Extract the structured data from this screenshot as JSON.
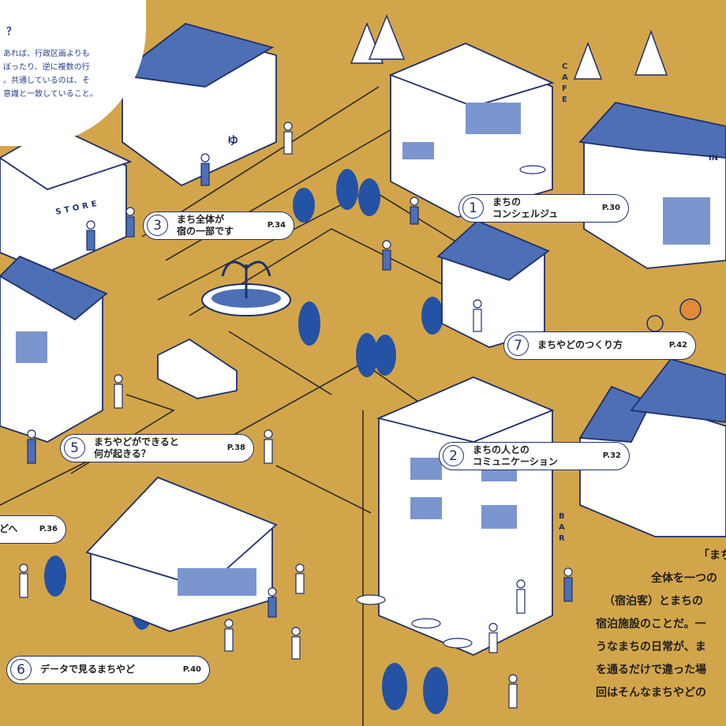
{
  "intro": {
    "question": "？",
    "lines": [
      "あれば、行政区画よりも",
      "ぼったり、逆に複数の行",
      "。共通しているのは、そ",
      "意識と一致していること。"
    ]
  },
  "labels": [
    {
      "number": "3",
      "title_lines": [
        "まち全体が",
        "宿の一部です"
      ],
      "page": "P.34"
    },
    {
      "number": "1",
      "title_lines": [
        "まちの",
        "コンシェルジュ"
      ],
      "page": "P.30"
    },
    {
      "number": "7",
      "title_lines": [
        "まちやどのつくり方"
      ],
      "page": "P.42"
    },
    {
      "number": "5",
      "title_lines": [
        "まちやどができると",
        "何が起きる？"
      ],
      "page": "P.38"
    },
    {
      "number": "2",
      "title_lines": [
        "まちの人との",
        "コミュニケーション"
      ],
      "page": "P.32"
    },
    {
      "number": "",
      "title_lines": [
        "どへ"
      ],
      "page": "P.36"
    },
    {
      "number": "6",
      "title_lines": [
        "データで見るまちやど"
      ],
      "page": "P.40"
    }
  ],
  "signs": {
    "store": "STORE",
    "cafe": "CAFE",
    "inn": "IN",
    "bar": "BAR",
    "yu": "ゆ"
  },
  "side_text": [
    "「まち",
    "全体を一つの",
    "（宿泊客）とまちの",
    "宿泊施設のことだ。一",
    "うなまちの日常が、ま",
    "を通るだけで違った場",
    "回はそんなまちやどの"
  ],
  "colors": {
    "background": "#d3a54a",
    "ink_blue": "#25418f",
    "building": "#ffffff",
    "roof": "#4d6fb5"
  }
}
